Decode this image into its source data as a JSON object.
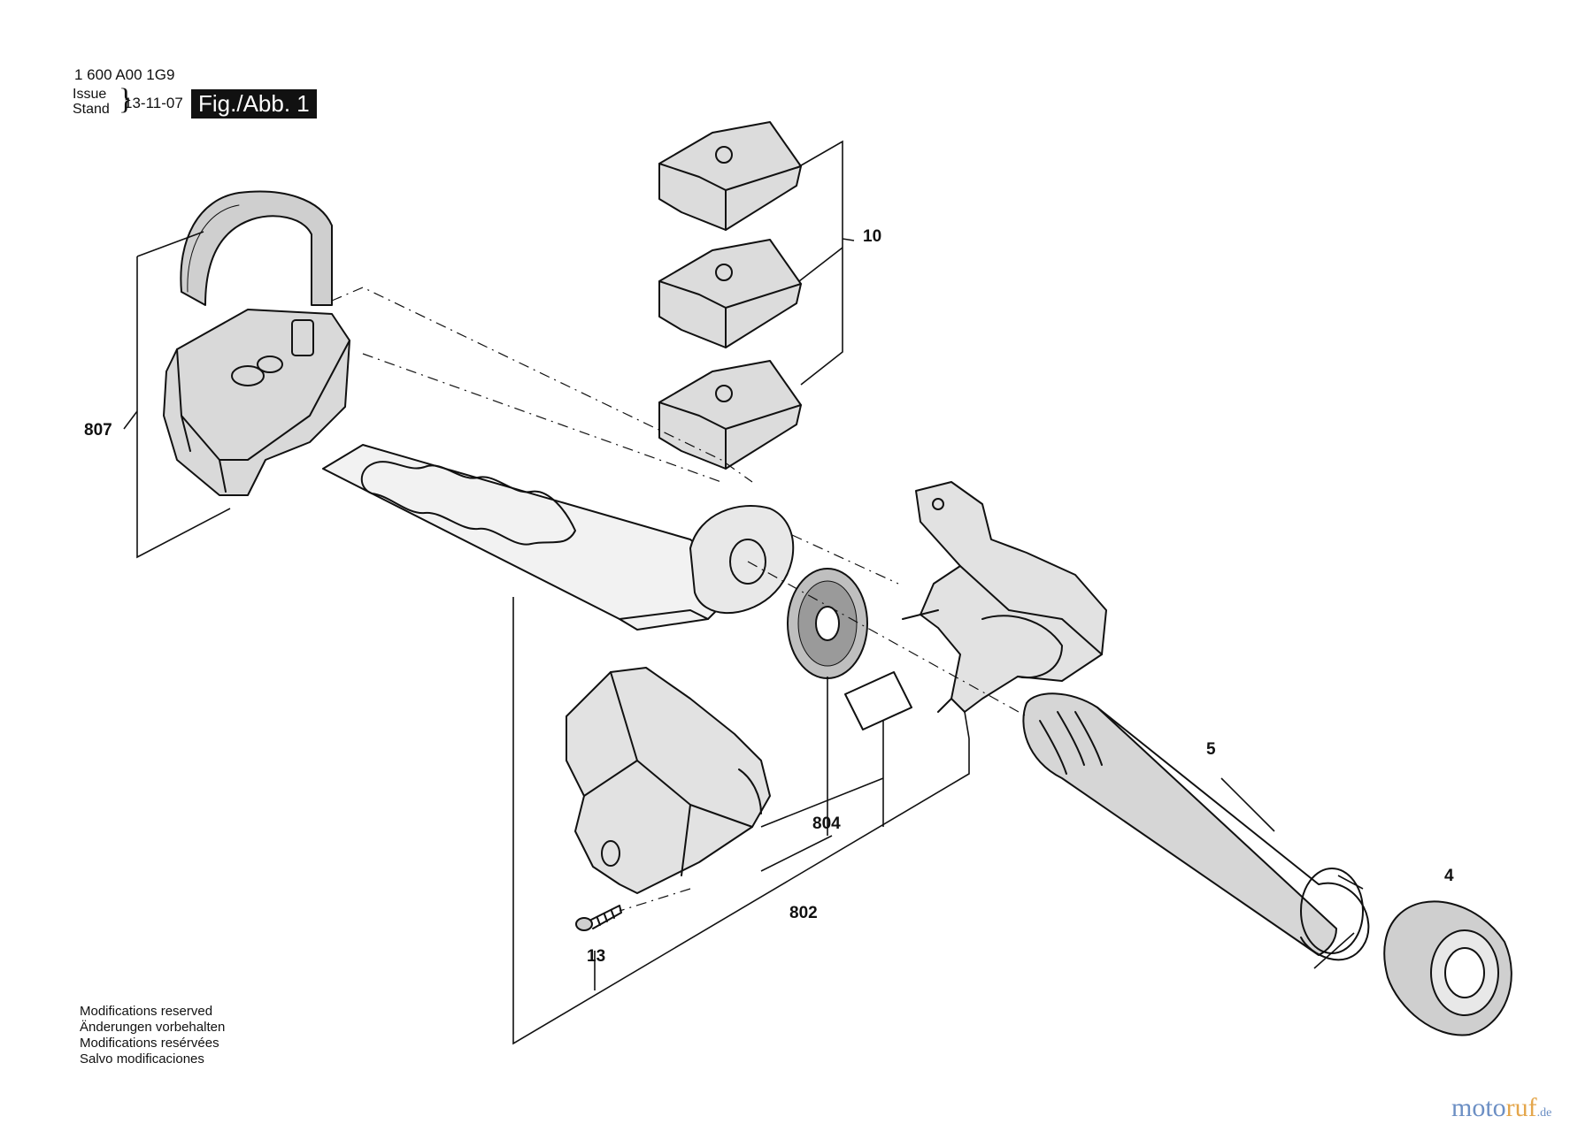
{
  "header": {
    "part_number": "1 600 A00 1G9",
    "issue_label": "Issue",
    "stand_label": "Stand",
    "brace": "}",
    "date": "13-11-07",
    "figure_label": "Fig./Abb. 1"
  },
  "callouts": {
    "c807": "807",
    "c10": "10",
    "c5": "5",
    "c804": "804",
    "c802": "802",
    "c4": "4",
    "c13": "13"
  },
  "footer": {
    "modifications": [
      "Modifications reserved",
      "Änderungen vorbehalten",
      "Modifications resérvées",
      "Salvo modificaciones"
    ]
  },
  "watermark": {
    "part1": "moto",
    "part2": "ruf",
    "part3": ".de"
  },
  "colors": {
    "ink": "#111111",
    "shade": "#bfbfbf",
    "watermark_blue": "#6c8fc4",
    "watermark_orange": "#e4a64b"
  }
}
